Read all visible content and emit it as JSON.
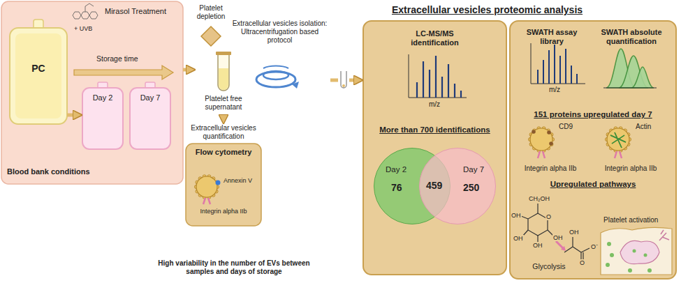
{
  "diagram": {
    "title": "Extracellular vesicles proteomic analysis",
    "nodes": [
      {
        "text": [
          "Mirasol Treatment",
          "Storage time",
          "Blood bank conditions"
        ]
      },
      {
        "text": [
          "PC"
        ],
        "in": 0
      },
      {
        "text": [
          "Day 2"
        ],
        "in": 0
      },
      {
        "text": [
          "Day 7"
        ],
        "in": 0
      },
      {
        "text": [
          "Platelet depletion"
        ]
      },
      {
        "text": [
          "Platelet free supernatant"
        ]
      },
      {
        "text": [
          "Extracellular vesicles isolation: Ultracentrifugation based protocol"
        ]
      },
      {
        "text": [
          "Extracellular vesicles quantification",
          "Flow cytometry",
          "Annexin V",
          "Integrin alpha IIb"
        ]
      },
      {
        "text": [
          "LC-MS/MS identification",
          "More than 700 identifications"
        ]
      },
      {
        "text": [
          "Day 2",
          "76"
        ],
        "in": 8
      },
      {
        "text": [
          "Day 7",
          "250"
        ],
        "in": 8
      },
      {
        "text": [
          "SWATH assay library",
          "SWATH absolute quantification",
          "151 proteins upregulated day 7",
          "Upregulated pathways",
          "Glycolysis",
          "Platelet activation"
        ]
      },
      {
        "text": [
          "CD9",
          "Integrin alpha IIb"
        ],
        "in": 11
      },
      {
        "text": [
          "Actin",
          "Integrin alpha IIb"
        ],
        "in": 11
      }
    ],
    "edges": [
      {
        "from": 0,
        "to": 5,
        "arrow": "to"
      },
      {
        "from": 1,
        "to": 2,
        "arrow": "to"
      },
      {
        "from": 5,
        "to": 7,
        "arrow": "to"
      },
      {
        "from": 6,
        "to": 8,
        "arrow": "to"
      }
    ],
    "labels": [
      "+ UVB",
      "High variability in the number of EVs between samples and days of storage",
      "m/z",
      "459",
      "m/z",
      "CH₂OH",
      "O",
      "OH",
      "OH",
      "OH",
      "OH",
      "OH",
      "O",
      "O⁻"
    ]
  }
}
